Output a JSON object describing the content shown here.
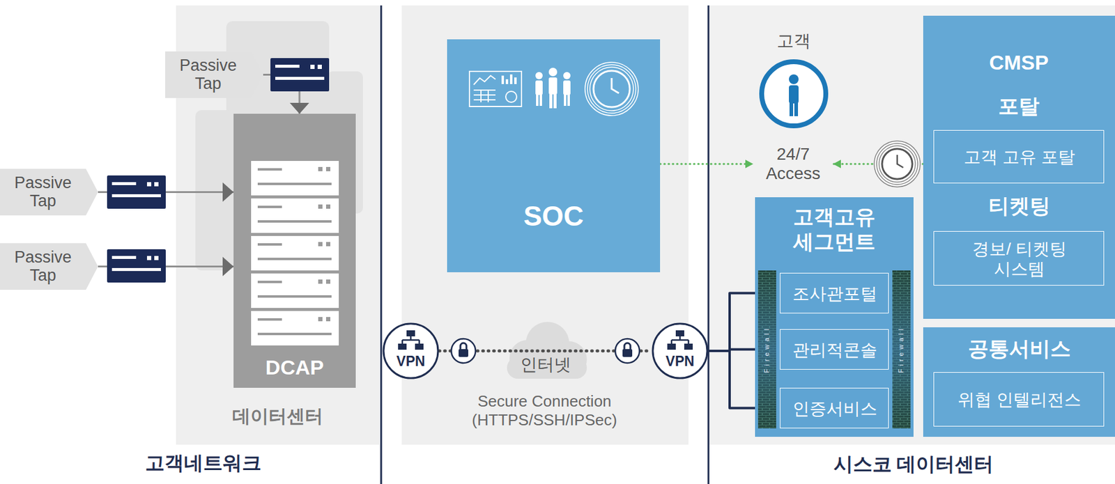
{
  "diagram": {
    "nodes": [
      {
        "text": [
          "데이터센터",
          "고객네트워크"
        ]
      },
      {
        "text": [
          "DCAP"
        ],
        "in": 0
      },
      {
        "text": [
          "Passive Tap"
        ]
      },
      {
        "text": [
          "Passive Tap"
        ]
      },
      {
        "text": [
          "Passive Tap"
        ]
      },
      {
        "text": [
          "SOC"
        ]
      },
      {
        "text": [
          "VPN"
        ]
      },
      {
        "text": [
          "VPN"
        ]
      },
      {
        "text": [
          "시스코 데이터센터"
        ]
      },
      {
        "text": [
          "고객"
        ],
        "in": 8
      },
      {
        "text": [
          "24/7 Access"
        ],
        "in": 8
      },
      {
        "text": [
          "CMSP 포탈",
          "티켓팅"
        ],
        "in": 8
      },
      {
        "text": [
          "고객 고유 포탈"
        ],
        "in": 11
      },
      {
        "text": [
          "경보/ 티켓팅 시스템"
        ],
        "in": 11
      },
      {
        "text": [
          "고객고유 세그먼트"
        ],
        "in": 8
      },
      {
        "text": [
          "조사관포털"
        ],
        "in": 14
      },
      {
        "text": [
          "관리적콘솔"
        ],
        "in": 14
      },
      {
        "text": [
          "인증서비스"
        ],
        "in": 14
      },
      {
        "text": [
          "공통서비스"
        ],
        "in": 8
      },
      {
        "text": [
          "위협 인텔리전스"
        ],
        "in": 18
      }
    ],
    "edges": [
      {
        "from": 6,
        "to": 7,
        "arrow": "none",
        "label": "인터넷"
      },
      {
        "from": 5,
        "to": 10,
        "arrow": "to"
      },
      {
        "from": 11,
        "to": 10,
        "arrow": "to"
      },
      {
        "from": 7,
        "to": 15,
        "arrow": "none"
      },
      {
        "from": 7,
        "to": 16,
        "arrow": "none"
      },
      {
        "from": 7,
        "to": 17,
        "arrow": "none"
      },
      {
        "from": 2,
        "to": 1,
        "arrow": "to"
      },
      {
        "from": 3,
        "to": 1,
        "arrow": "to"
      },
      {
        "from": 4,
        "to": 1,
        "arrow": "to"
      }
    ],
    "labels": [
      "Secure Connection (HTTPS/SSH/IPSec)",
      "Firewall",
      "Firewall"
    ]
  }
}
